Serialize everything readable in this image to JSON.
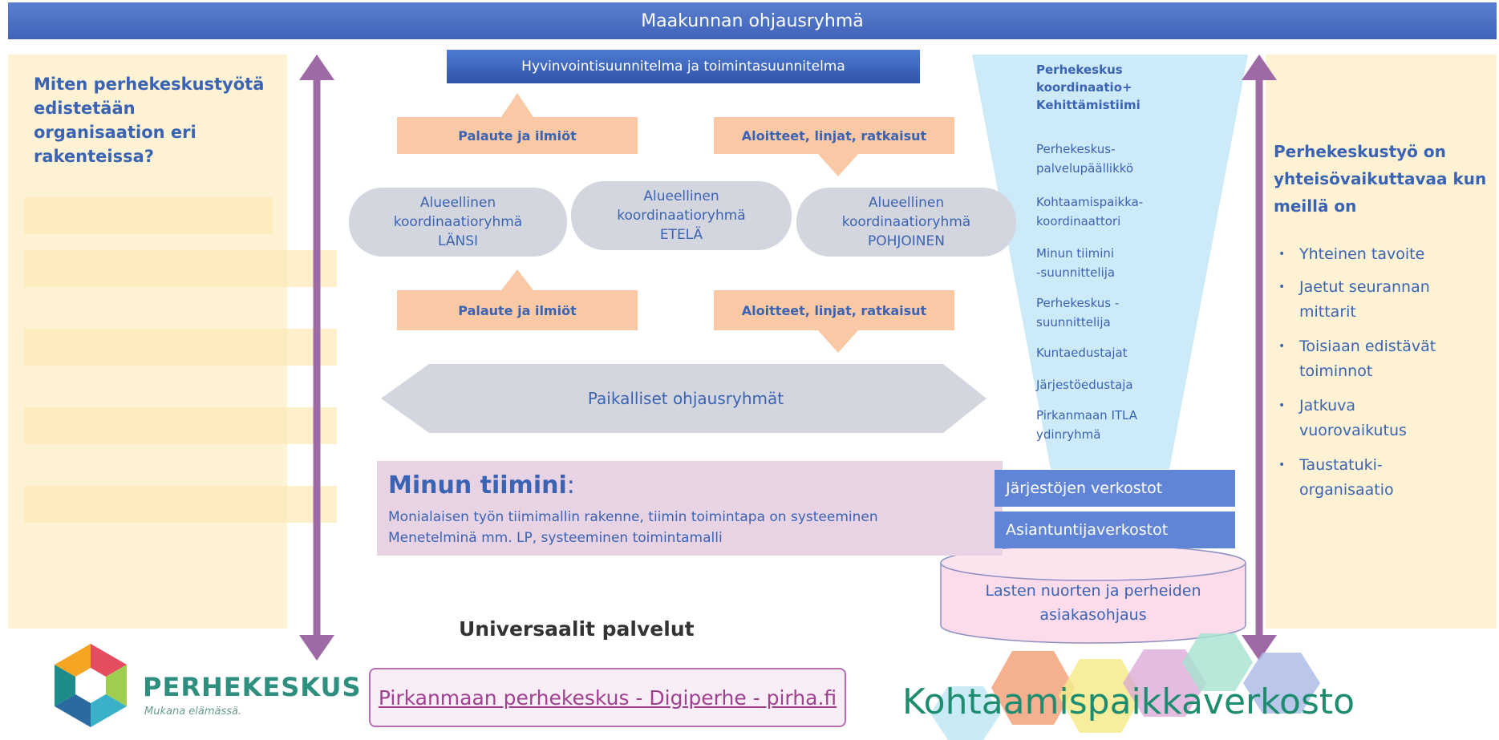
{
  "header": {
    "title": "Maakunnan ohjausryhmä"
  },
  "left_panel": {
    "question": "Miten perhekeskustyötä edistetään organisaation eri rakenteissa?"
  },
  "plan": {
    "label": "Hyvinvointisuunnitelma ja toimintasuunnitelma"
  },
  "callouts": {
    "feedback_top": "Palaute ja ilmiöt",
    "initiatives_top": "Aloitteet, linjat, ratkaisut",
    "feedback_bottom": "Palaute ja ilmiöt",
    "initiatives_bottom": "Aloitteet, linjat, ratkaisut"
  },
  "regional_groups": [
    {
      "line1": "Alueellinen",
      "line2": "koordinaatioryhmä",
      "line3": "LÄNSI"
    },
    {
      "line1": "Alueellinen",
      "line2": "koordinaatioryhmä",
      "line3": "ETELÄ"
    },
    {
      "line1": "Alueellinen",
      "line2": "koordinaatioryhmä",
      "line3": "POHJOINEN"
    }
  ],
  "local_groups": {
    "label": "Paikalliset ohjausryhmät"
  },
  "my_team": {
    "title": "Minun tiimini",
    "colon": ":",
    "line1": "Monialaisen työn tiimimallin rakenne, tiimin toimintapa on systeeminen",
    "line2": "Menetelminä mm. LP, systeeminen toimintamalli"
  },
  "coordination": {
    "title_line1": "Perhekeskus",
    "title_line2": "koordinaatio+",
    "title_line3": "Kehittämistiimi",
    "members": [
      {
        "line1": "Perhekeskus-",
        "line2": "palvelupäällikkö"
      },
      {
        "line1": "Kohtaamispaikka-",
        "line2": "koordinaattori"
      },
      {
        "line1": "Minun tiimini",
        "line2": "-suunnittelija"
      },
      {
        "line1": "Perhekeskus -",
        "line2": "suunnittelija"
      },
      {
        "line1": "Kuntaedustajat",
        "line2": ""
      },
      {
        "line1": "Järjestöedustaja",
        "line2": ""
      },
      {
        "line1": "Pirkanmaan ITLA",
        "line2": "ydinryhmä"
      }
    ]
  },
  "networks": {
    "organizations": "Järjestöjen verkostot",
    "experts": "Asiantuntijaverkostot",
    "client_line1": "Lasten nuorten ja perheiden",
    "client_line2": "asiakasohjaus"
  },
  "right_panel": {
    "heading": "Perhekeskustyö on yhteisövaikuttavaa kun meillä on",
    "bullets": [
      {
        "line1": "Yhteinen tavoite",
        "line2": ""
      },
      {
        "line1": "Jaetut seurannan",
        "line2": "mittarit"
      },
      {
        "line1": "Toisiaan edistävät",
        "line2": "toiminnot"
      },
      {
        "line1": "Jatkuva",
        "line2": "vuorovaikutus"
      },
      {
        "line1": "Taustatuki-",
        "line2": "organisaatio"
      }
    ]
  },
  "universal": {
    "label": "Universaalit palvelut"
  },
  "link": {
    "label": "Pirkanmaan perhekeskus - Digiperhe - pirha.fi"
  },
  "brand": {
    "name": "PERHEKESKUS",
    "tagline": "Mukana elämässä."
  },
  "network_logo": {
    "label": "Kohtaamispaikkaverkosto"
  }
}
